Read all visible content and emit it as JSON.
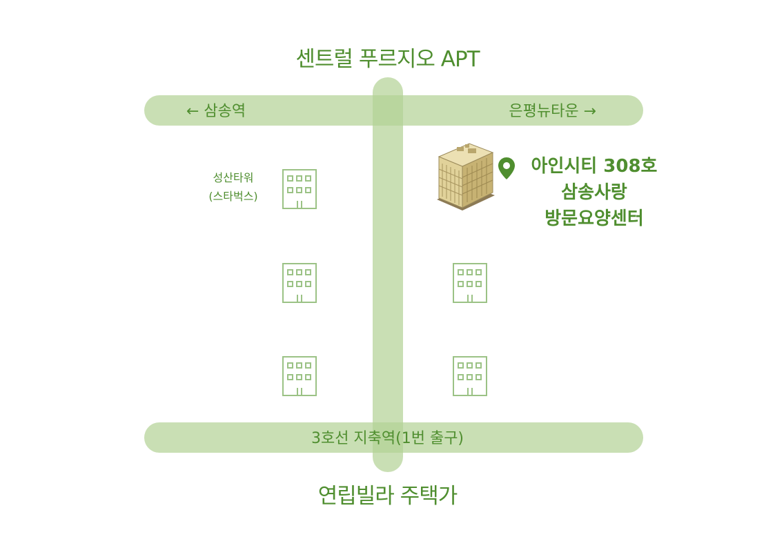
{
  "map": {
    "top_label": "센트럴 푸르지오 APT",
    "bottom_label": "연립빌라 주택가",
    "top_road": {
      "left_label": "← 삼송역",
      "right_label": "은평뉴타운 →"
    },
    "bottom_road": {
      "label": "3호선 지축역(1번 출구)"
    },
    "landmark": {
      "name": "성산타워",
      "tenant": "(스타벅스)"
    },
    "destination": {
      "line1": "아인시티 308호",
      "line2": "삼송사랑",
      "line3": "방문요양센터",
      "pin_icon": "map-pin-icon",
      "pin_color": "#4f8e2f"
    },
    "colors": {
      "road": "#c9dfb4",
      "text": "#4f8e2f",
      "building_outline": "#9bc285"
    }
  }
}
